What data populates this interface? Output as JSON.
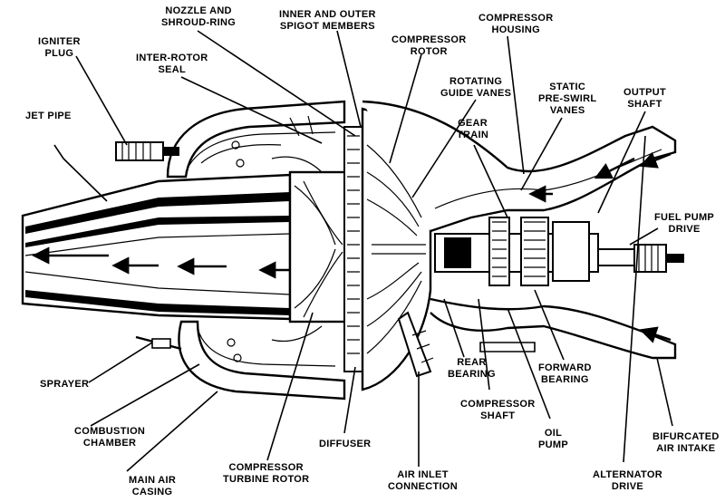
{
  "labels": {
    "nozzle": [
      "NOZZLE AND",
      "SHROUD-RING"
    ],
    "spigot": [
      "INNER AND OUTER",
      "SPIGOT MEMBERS"
    ],
    "compressor_housing": [
      "COMPRESSOR",
      "HOUSING"
    ],
    "igniter": [
      "IGNITER",
      "PLUG"
    ],
    "interrotor": [
      "INTER-ROTOR",
      "SEAL"
    ],
    "compressor_rotor": [
      "COMPRESSOR",
      "ROTOR"
    ],
    "rotating_vanes": [
      "ROTATING",
      "GUIDE VANES"
    ],
    "static_vanes": [
      "STATIC",
      "PRE-SWIRL",
      "VANES"
    ],
    "output_shaft": [
      "OUTPUT",
      "SHAFT"
    ],
    "jet_pipe": [
      "JET PIPE"
    ],
    "gear_train": [
      "GEAR",
      "TRAIN"
    ],
    "fuel_pump": [
      "FUEL PUMP",
      "DRIVE"
    ],
    "sprayer": [
      "SPRAYER"
    ],
    "rear_bearing": [
      "REAR",
      "BEARING"
    ],
    "forward_bearing": [
      "FORWARD",
      "BEARING"
    ],
    "compressor_shaft": [
      "COMPRESSOR",
      "SHAFT"
    ],
    "combustion": [
      "COMBUSTION",
      "CHAMBER"
    ],
    "diffuser": [
      "DIFFUSER"
    ],
    "oil_pump": [
      "OIL",
      "PUMP"
    ],
    "bifurcated": [
      "BIFURCATED",
      "AIR INTAKE"
    ],
    "main_casing": [
      "MAIN AIR",
      "CASING"
    ],
    "compressor_turbine": [
      "COMPRESSOR",
      "TURBINE ROTOR"
    ],
    "air_inlet": [
      "AIR INLET",
      "CONNECTION"
    ],
    "alternator": [
      "ALTERNATOR",
      "DRIVE"
    ]
  }
}
